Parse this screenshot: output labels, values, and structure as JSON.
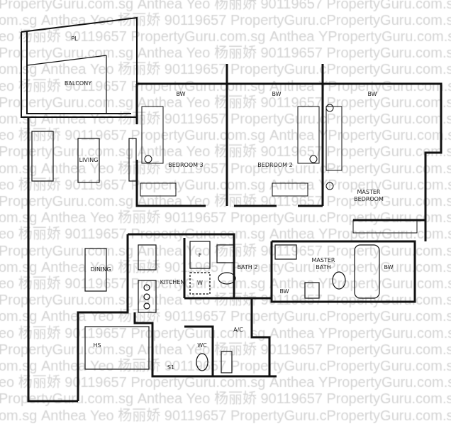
{
  "watermark": {
    "text": "PropertyGuru.com.sg Anthea Yeo 杨丽娇 90119657 "
  },
  "rooms": {
    "pl": "PL",
    "balcony": "BALCONY",
    "bw_bedroom3": "BW",
    "bw_bedroom2": "BW",
    "bw_master": "BW",
    "bedroom3": "BEDROOM 3",
    "bedroom2": "BEDROOM 2",
    "master_bedroom_line1": "MASTER",
    "master_bedroom_line2": "BEDROOM",
    "living": "LIVING",
    "dining": "DINING",
    "kitchen": "KITCHEN",
    "fridge": "F",
    "washer": "W",
    "bath2": "BATH 2",
    "master_bath_line1": "MASTER",
    "master_bath_line2": "BATH",
    "bw_bath": "BW",
    "bw_master_bath": "BW",
    "ac": "A/C",
    "wc": "WC",
    "hs": "HS",
    "s1": "S1"
  }
}
